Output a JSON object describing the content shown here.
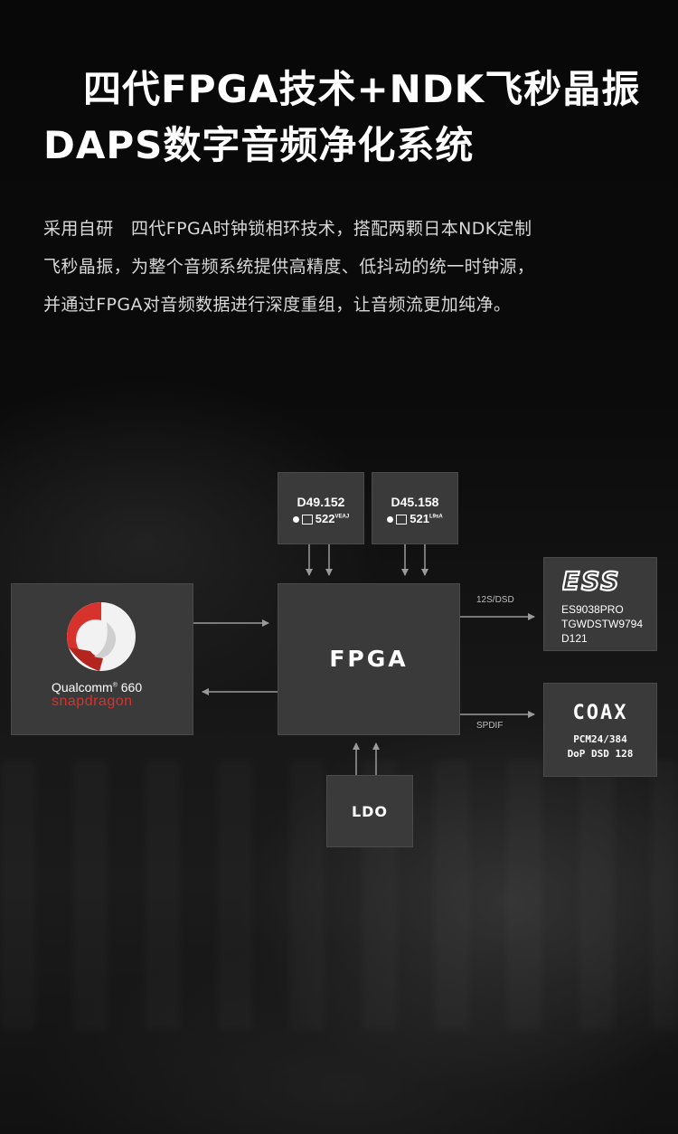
{
  "title": {
    "line1": "四代FPGA技术+NDK飞秒晶振",
    "line2": "DAPS数字音频净化系统"
  },
  "description": {
    "line1": "采用自研　四代FPGA时钟锁相环技术，搭配两颗日本NDK定制",
    "line2": "飞秒晶振，为整个音频系统提供高精度、低抖动的统一时钟源，",
    "line3": "并通过FPGA对音频数据进行深度重组，让音频流更加纯净。"
  },
  "diagram": {
    "osc1": {
      "freq": "D49.152",
      "mark": "522",
      "sup1": "VE",
      "sup2": "AJ"
    },
    "osc2": {
      "freq": "D45.158",
      "mark": "521",
      "sup1": "L9",
      "sup2": "sA"
    },
    "fpga": "FPGA",
    "qualcomm": {
      "brand": "Qualcomm",
      "model": "660",
      "product": "snapdragon",
      "reg": "®"
    },
    "ess": {
      "logo": "ESS",
      "line1": "ES9038PRO",
      "line2": "TGWDSTW9794",
      "line3": "D121"
    },
    "coax": {
      "title": "COAX",
      "line1": "PCM24/384",
      "line2": "DoP DSD 128"
    },
    "ldo": "LDO",
    "label_i2s": "12S/DSD",
    "label_spdif": "SPDIF"
  },
  "colors": {
    "box": "#3a3a3a",
    "arrow": "#9a9a9a",
    "snapdragon_red": "#d7322b"
  }
}
